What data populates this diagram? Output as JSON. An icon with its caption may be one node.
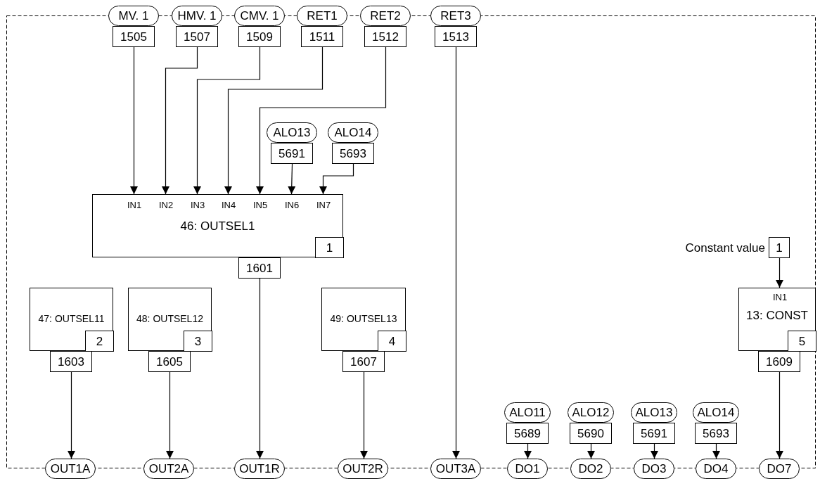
{
  "diagram": {
    "nodes": [
      {
        "text": [
          "MV. 1"
        ]
      },
      {
        "text": [
          "1505"
        ]
      },
      {
        "text": [
          "HMV. 1"
        ]
      },
      {
        "text": [
          "1507"
        ]
      },
      {
        "text": [
          "CMV. 1"
        ]
      },
      {
        "text": [
          "1509"
        ]
      },
      {
        "text": [
          "RET1"
        ]
      },
      {
        "text": [
          "1511"
        ]
      },
      {
        "text": [
          "RET2"
        ]
      },
      {
        "text": [
          "1512"
        ]
      },
      {
        "text": [
          "RET3"
        ]
      },
      {
        "text": [
          "1513"
        ]
      },
      {
        "text": [
          "ALO13"
        ]
      },
      {
        "text": [
          "5691"
        ]
      },
      {
        "text": [
          "ALO14"
        ]
      },
      {
        "text": [
          "5693"
        ]
      },
      {
        "text": [
          "IN1",
          "IN2",
          "IN3",
          "IN4",
          "IN5",
          "IN6",
          "IN7",
          "46: OUTSEL1"
        ]
      },
      {
        "text": [
          "1"
        ],
        "in": 16
      },
      {
        "text": [
          "1601"
        ]
      },
      {
        "text": [
          "1"
        ],
        "beside": [
          "Constant value"
        ]
      },
      {
        "text": [
          "47: OUTSEL11"
        ]
      },
      {
        "text": [
          "2"
        ],
        "in": 20
      },
      {
        "text": [
          "1603"
        ]
      },
      {
        "text": [
          "48: OUTSEL12"
        ]
      },
      {
        "text": [
          "3"
        ],
        "in": 23
      },
      {
        "text": [
          "1605"
        ]
      },
      {
        "text": [
          "49: OUTSEL13"
        ]
      },
      {
        "text": [
          "4"
        ],
        "in": 26
      },
      {
        "text": [
          "1607"
        ]
      },
      {
        "text": [
          "IN1",
          "13: CONST"
        ]
      },
      {
        "text": [
          "5"
        ],
        "in": 29
      },
      {
        "text": [
          "1609"
        ]
      },
      {
        "text": [
          "ALO11"
        ]
      },
      {
        "text": [
          "5689"
        ]
      },
      {
        "text": [
          "ALO12"
        ]
      },
      {
        "text": [
          "5690"
        ]
      },
      {
        "text": [
          "ALO13"
        ]
      },
      {
        "text": [
          "5691"
        ]
      },
      {
        "text": [
          "ALO14"
        ]
      },
      {
        "text": [
          "5693"
        ]
      },
      {
        "text": [
          "OUT1A"
        ]
      },
      {
        "text": [
          "OUT2A"
        ]
      },
      {
        "text": [
          "OUT1R"
        ]
      },
      {
        "text": [
          "OUT2R"
        ]
      },
      {
        "text": [
          "OUT3A"
        ]
      },
      {
        "text": [
          "DO1"
        ]
      },
      {
        "text": [
          "DO2"
        ]
      },
      {
        "text": [
          "DO3"
        ]
      },
      {
        "text": [
          "DO4"
        ]
      },
      {
        "text": [
          "DO7"
        ]
      }
    ],
    "edges": [
      {
        "from": 1,
        "to": 16,
        "arrow": "to"
      },
      {
        "from": 3,
        "to": 16,
        "arrow": "to"
      },
      {
        "from": 5,
        "to": 16,
        "arrow": "to"
      },
      {
        "from": 7,
        "to": 16,
        "arrow": "to"
      },
      {
        "from": 9,
        "to": 16,
        "arrow": "to"
      },
      {
        "from": 13,
        "to": 16,
        "arrow": "to"
      },
      {
        "from": 15,
        "to": 16,
        "arrow": "to"
      },
      {
        "from": 11,
        "to": 44,
        "arrow": "to"
      },
      {
        "from": 18,
        "to": 42,
        "arrow": "to"
      },
      {
        "from": 19,
        "to": 29,
        "arrow": "to"
      },
      {
        "from": 22,
        "to": 40,
        "arrow": "to"
      },
      {
        "from": 25,
        "to": 41,
        "arrow": "to"
      },
      {
        "from": 28,
        "to": 43,
        "arrow": "to"
      },
      {
        "from": 31,
        "to": 49,
        "arrow": "to"
      },
      {
        "from": 33,
        "to": 45,
        "arrow": "to"
      },
      {
        "from": 35,
        "to": 46,
        "arrow": "to"
      },
      {
        "from": 37,
        "to": 47,
        "arrow": "to"
      },
      {
        "from": 39,
        "to": 48,
        "arrow": "to"
      }
    ]
  }
}
